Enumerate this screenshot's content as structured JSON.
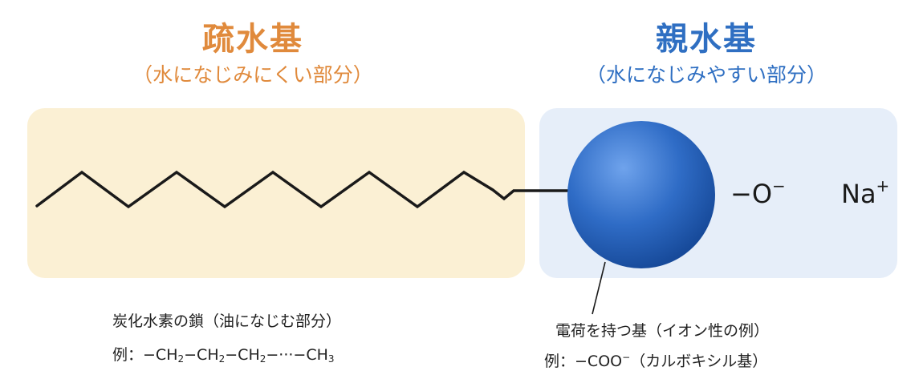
{
  "hydrophobic": {
    "title": "疏水基",
    "subtitle": "（水になじみにくい部分）",
    "color": "#e08a3c",
    "zone_color": "#fbf0d4",
    "caption": "炭化水素の鎖（油になじむ部分）",
    "example_prefix": "例：",
    "example_formula": [
      {
        "t": "−CH"
      },
      {
        "sub": "2"
      },
      {
        "t": "−CH"
      },
      {
        "sub": "2"
      },
      {
        "t": "−CH"
      },
      {
        "sub": "2"
      },
      {
        "t": "−···−CH"
      },
      {
        "sub": "3"
      }
    ]
  },
  "hydrophilic": {
    "title": "親水基",
    "subtitle": "（水になじみやすい部分）",
    "color": "#2f6fc2",
    "zone_color": "#e6eef9",
    "caption": "電荷を持つ基（イオン性の例）",
    "example_prefix": "例：",
    "example_formula": [
      {
        "t": "−COO"
      },
      {
        "sup": "−"
      },
      {
        "t": "（カルボキシル基）"
      }
    ],
    "oxygen_label": "−O",
    "oxygen_charge": "−",
    "counter_ion": "Na",
    "counter_ion_charge": "+"
  },
  "colors": {
    "chain": "#1a1a1a",
    "sphere_light": "#6fa3ec",
    "sphere_mid": "#2f6cc6",
    "sphere_dark": "#174a9a"
  }
}
